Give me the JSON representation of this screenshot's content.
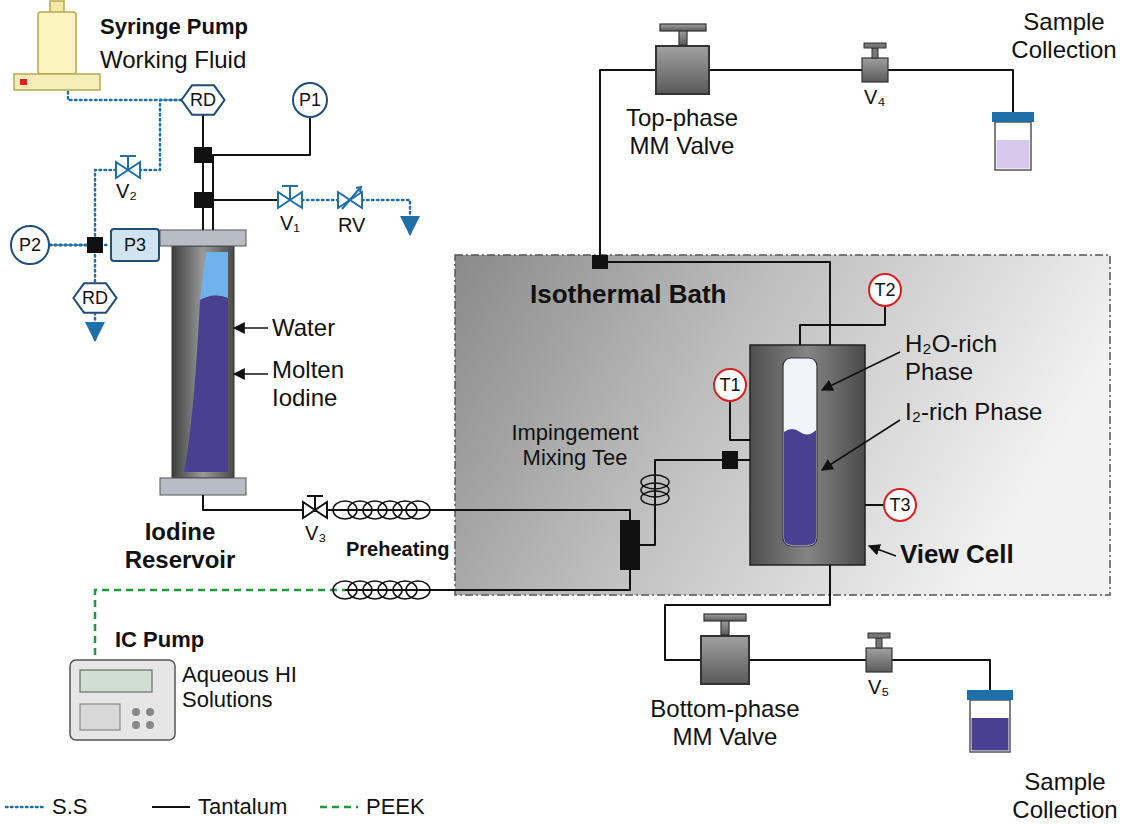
{
  "diagram": {
    "nodes": [
      {
        "text": [
          "Syringe Pump",
          "Working Fluid"
        ]
      },
      {
        "text": [
          "RD"
        ]
      },
      {
        "text": [
          "P1"
        ]
      },
      {
        "text": [
          "P2"
        ]
      },
      {
        "text": [
          "P3"
        ]
      },
      {
        "text": [
          "RD"
        ]
      },
      {
        "text": [
          "Iodine Reservoir"
        ]
      },
      {
        "text": [
          "Top-phase MM Valve"
        ]
      },
      {
        "text": [
          "Sample Collection"
        ]
      },
      {
        "text": [
          "Isothermal Bath"
        ]
      },
      {
        "text": [
          "Impingement Mixing Tee"
        ],
        "in": 9
      },
      {
        "text": [
          "T1"
        ],
        "in": 9
      },
      {
        "text": [
          "H₂O-rich Phase",
          "I₂-rich Phase",
          "View Cell"
        ],
        "in": 9
      },
      {
        "text": [
          "T2"
        ],
        "in": 9
      },
      {
        "text": [
          "T3"
        ],
        "in": 9
      },
      {
        "text": [
          "Bottom-phase MM Valve"
        ]
      },
      {
        "text": [
          "Sample Collection"
        ]
      },
      {
        "text": [
          "IC Pump",
          "Aqueous HI Solutions"
        ]
      }
    ],
    "edges": [
      {
        "from": 0,
        "to": 1,
        "arrow": "none"
      },
      {
        "from": 1,
        "to": 6,
        "arrow": "none"
      },
      {
        "from": 2,
        "to": 6,
        "arrow": "none"
      },
      {
        "from": 1,
        "to": 3,
        "arrow": "none"
      },
      {
        "from": 3,
        "to": 4,
        "arrow": "none"
      },
      {
        "from": 3,
        "to": 5,
        "arrow": "none"
      },
      {
        "from": 6,
        "to": 10,
        "arrow": "none"
      },
      {
        "from": 17,
        "to": 10,
        "arrow": "none"
      },
      {
        "from": 12,
        "to": 7,
        "arrow": "none"
      },
      {
        "from": 7,
        "to": 8,
        "arrow": "none"
      },
      {
        "from": 12,
        "to": 15,
        "arrow": "none"
      },
      {
        "from": 15,
        "to": 16,
        "arrow": "none"
      },
      {
        "from": 10,
        "to": 12,
        "arrow": "none"
      },
      {
        "from": 11,
        "to": 12,
        "arrow": "none"
      },
      {
        "from": 13,
        "to": 12,
        "arrow": "none"
      },
      {
        "from": 14,
        "to": 12,
        "arrow": "none"
      }
    ],
    "labels": [
      "V₄",
      "V₂",
      "V₁",
      "RV",
      "Water",
      "Molten Iodine",
      "V₃",
      "Preheating",
      "V₅"
    ],
    "legend": [
      {
        "text": "S.S"
      },
      {
        "text": "Tantalum"
      },
      {
        "text": "PEEK"
      }
    ]
  }
}
